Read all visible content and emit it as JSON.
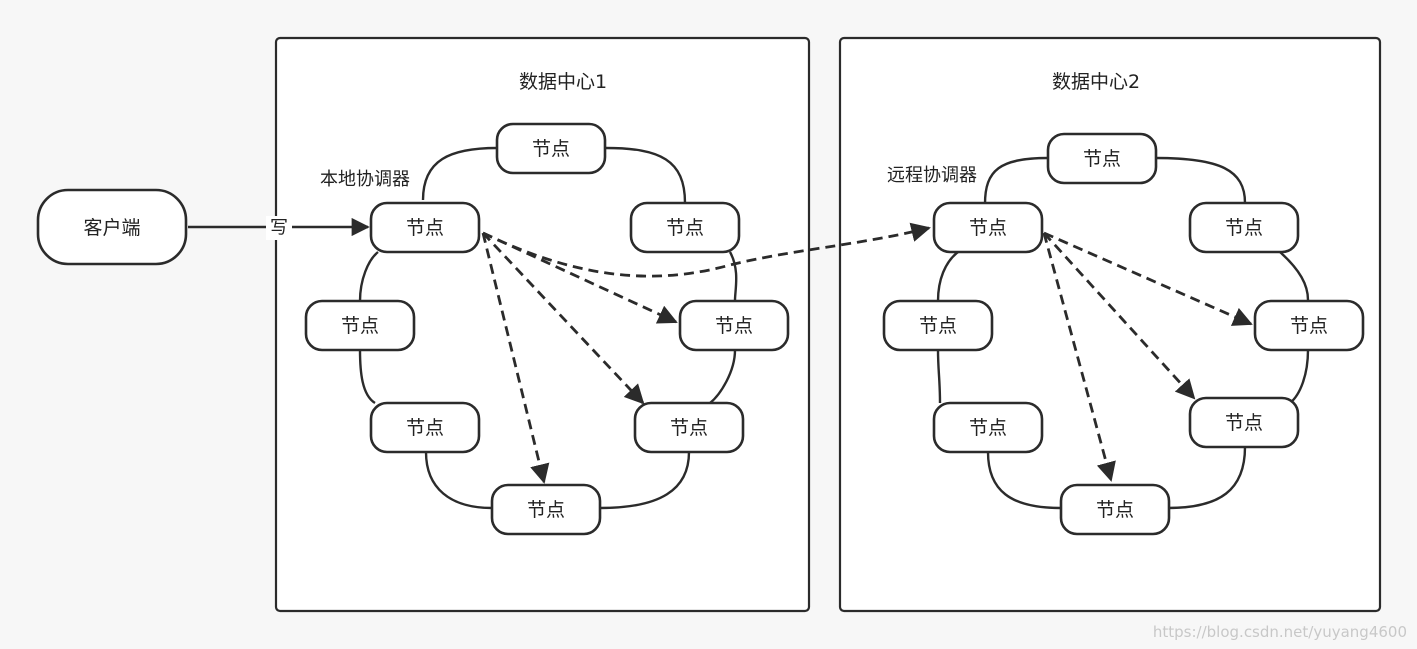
{
  "client": {
    "label": "客户端"
  },
  "edge_write": {
    "label": "写"
  },
  "datacenters": [
    {
      "title": "数据中心1",
      "coordinator_label": "本地协调器",
      "nodes": [
        "节点",
        "节点",
        "节点",
        "节点",
        "节点",
        "节点",
        "节点",
        "节点"
      ]
    },
    {
      "title": "数据中心2",
      "coordinator_label": "远程协调器",
      "nodes": [
        "节点",
        "节点",
        "节点",
        "节点",
        "节点",
        "节点",
        "节点",
        "节点"
      ]
    }
  ],
  "watermark": "https://blog.csdn.net/yuyang4600"
}
